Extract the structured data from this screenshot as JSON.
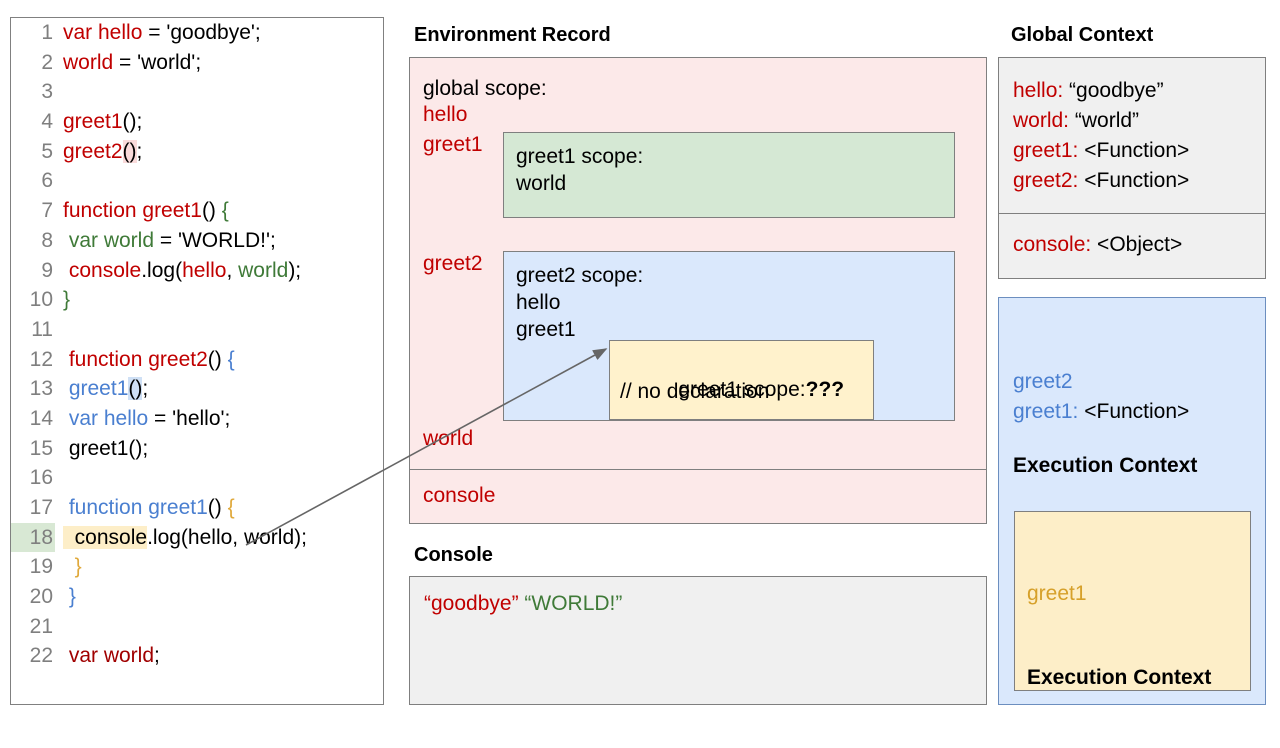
{
  "code_panel": {
    "lines": [
      {
        "num": "1",
        "segments": [
          {
            "t": "var hello",
            "c": "tok-red"
          },
          {
            "t": " = 'goodbye';",
            "c": "tok-black"
          }
        ]
      },
      {
        "num": "2",
        "segments": [
          {
            "t": "world",
            "c": "tok-red"
          },
          {
            "t": " = 'world';",
            "c": "tok-black"
          }
        ]
      },
      {
        "num": "3",
        "segments": []
      },
      {
        "num": "4",
        "segments": [
          {
            "t": "greet1",
            "c": "tok-red"
          },
          {
            "t": "()",
            "c": "tok-black"
          },
          {
            "t": ";",
            "c": "tok-black"
          }
        ]
      },
      {
        "num": "5",
        "segments": [
          {
            "t": "greet2",
            "c": "tok-red"
          },
          {
            "t": "()",
            "c": "tok-black hl-pink"
          },
          {
            "t": ";",
            "c": "tok-black"
          }
        ]
      },
      {
        "num": "6",
        "segments": []
      },
      {
        "num": "7",
        "segments": [
          {
            "t": "function greet1",
            "c": "tok-red"
          },
          {
            "t": "() ",
            "c": "tok-black"
          },
          {
            "t": "{",
            "c": "tok-green"
          }
        ]
      },
      {
        "num": "8",
        "segments": [
          {
            "t": " var world",
            "c": "tok-green"
          },
          {
            "t": " = 'WORLD!';",
            "c": "tok-black"
          }
        ]
      },
      {
        "num": "9",
        "segments": [
          {
            "t": " console",
            "c": "tok-red"
          },
          {
            "t": ".log(",
            "c": "tok-black"
          },
          {
            "t": "hello",
            "c": "tok-red"
          },
          {
            "t": ", ",
            "c": "tok-black"
          },
          {
            "t": "world",
            "c": "tok-green"
          },
          {
            "t": ");",
            "c": "tok-black"
          }
        ]
      },
      {
        "num": "10",
        "segments": [
          {
            "t": "}",
            "c": "tok-green"
          }
        ]
      },
      {
        "num": "11",
        "segments": []
      },
      {
        "num": "12",
        "segments": [
          {
            "t": " function greet2",
            "c": "tok-red"
          },
          {
            "t": "() ",
            "c": "tok-black"
          },
          {
            "t": "{",
            "c": "tok-blue"
          }
        ]
      },
      {
        "num": "13",
        "segments": [
          {
            "t": " greet1",
            "c": "tok-blue"
          },
          {
            "t": "()",
            "c": "tok-black hl-blue"
          },
          {
            "t": ";",
            "c": "tok-black"
          }
        ]
      },
      {
        "num": "14",
        "segments": [
          {
            "t": " var hello",
            "c": "tok-blue"
          },
          {
            "t": " = 'hello';",
            "c": "tok-black"
          }
        ]
      },
      {
        "num": "15",
        "segments": [
          {
            "t": " greet1();",
            "c": "tok-black"
          }
        ]
      },
      {
        "num": "16",
        "segments": []
      },
      {
        "num": "17",
        "segments": [
          {
            "t": " function greet1",
            "c": "tok-blue"
          },
          {
            "t": "() ",
            "c": "tok-black"
          },
          {
            "t": "{",
            "c": "tok-amber"
          }
        ]
      },
      {
        "num": "18",
        "segments": [
          {
            "t": "  console",
            "c": "tok-black hl-yellow"
          },
          {
            "t": ".log(hello, world);",
            "c": "tok-black"
          }
        ],
        "line_highlight": true
      },
      {
        "num": "19",
        "segments": [
          {
            "t": "  }",
            "c": "tok-amber"
          }
        ]
      },
      {
        "num": "20",
        "segments": [
          {
            "t": " }",
            "c": "tok-blue"
          }
        ]
      },
      {
        "num": "21",
        "segments": []
      },
      {
        "num": "22",
        "segments": [
          {
            "t": " var world",
            "c": "tok-darkred"
          },
          {
            "t": ";",
            "c": "tok-black"
          }
        ]
      }
    ]
  },
  "environment_record": {
    "heading": "Environment Record",
    "global_scope_label": "global scope:",
    "global_bindings_top": [
      "hello",
      "greet1"
    ],
    "greet2_binding": "greet2",
    "world_binding": "world",
    "console_binding": "console",
    "greet1_scope": {
      "title": "greet1 scope:",
      "bindings": [
        "world"
      ]
    },
    "greet2_scope": {
      "title": "greet2 scope:",
      "bindings": [
        "hello",
        "greet1"
      ]
    },
    "greet1_inner_scope": {
      "title": "greet1 scope:",
      "title_suffix": "???",
      "comment": "// no declaration"
    }
  },
  "console": {
    "heading": "Console",
    "outputs": [
      {
        "text": "“goodbye”",
        "color": "#c00000"
      },
      {
        "text": "“WORLD!”",
        "color": "#3f7a38"
      }
    ]
  },
  "global_context": {
    "heading": "Global Context",
    "variables": [
      {
        "name": "hello",
        "value": "“goodbye”"
      },
      {
        "name": "world",
        "value": "“world”"
      },
      {
        "name": "greet1",
        "value": "<Function>"
      },
      {
        "name": "greet2",
        "value": "<Function>"
      }
    ],
    "console_entry": {
      "name": "console",
      "value": "<Object>"
    }
  },
  "greet2_execution_context": {
    "name": "greet2",
    "subtitle": "Execution Context",
    "variables": [
      {
        "name": "greet1",
        "value": "<Function>"
      }
    ],
    "nested": {
      "name": "greet1",
      "subtitle": "Execution Context"
    }
  },
  "colors": {
    "red_ident": "#c00000",
    "blue_ident": "#4a7fd0",
    "green_ident": "#3f7a38",
    "amber_ident": "#d6a02a",
    "env_record_bg": "#fce9e9",
    "greet1_scope_bg": "#d5e8d4",
    "greet2_scope_bg": "#dae8fc",
    "inner_scope_bg": "#fff2cc",
    "console_bg": "#f0f0f0",
    "global_context_bg": "#f0f0f0",
    "arrow": "#666666"
  }
}
